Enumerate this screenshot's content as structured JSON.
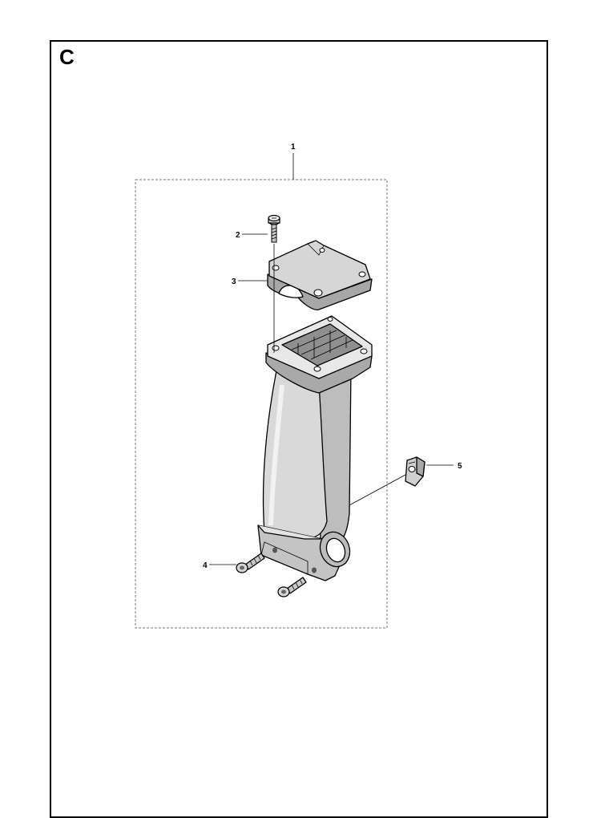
{
  "section": {
    "letter": "C"
  },
  "callouts": [
    {
      "id": "1",
      "label": "1"
    },
    {
      "id": "2",
      "label": "2"
    },
    {
      "id": "3",
      "label": "3"
    },
    {
      "id": "4",
      "label": "4"
    },
    {
      "id": "5",
      "label": "5"
    }
  ],
  "colors": {
    "outline": "#000000",
    "part_fill_light": "#ececec",
    "part_fill_mid": "#d0d0d0",
    "part_fill_dark": "#9a9a9a"
  }
}
